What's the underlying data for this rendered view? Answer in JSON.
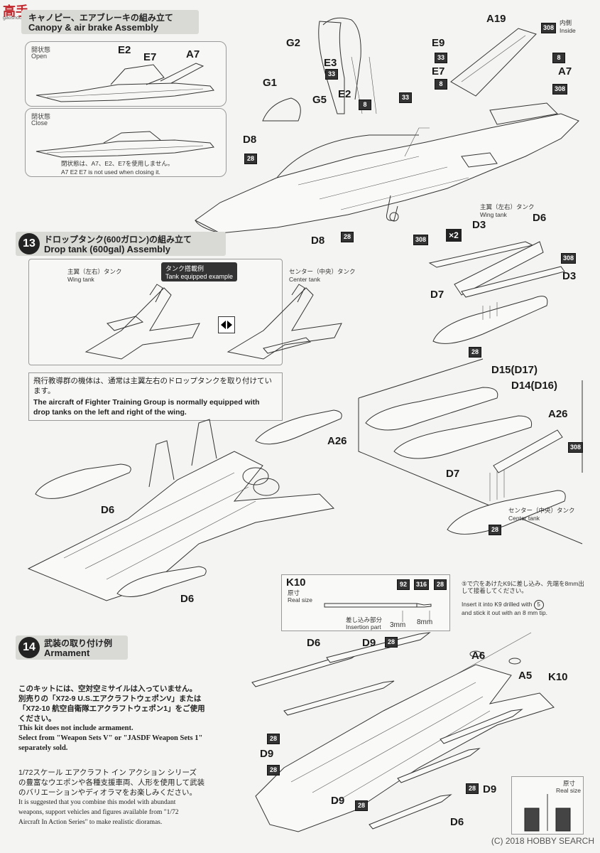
{
  "watermark": {
    "logo": "高手",
    "url": "gaoshou.com"
  },
  "step12": {
    "title_jp": "キャノピー、エアブレーキの組み立て",
    "title_en": "Canopy & air brake Assembly",
    "open_jp": "開状態",
    "open_en": "Open",
    "close_jp": "閉状態",
    "close_en": "Close",
    "close_note_jp": "閉状態は、A7、E2、E7を使用しません。",
    "close_note_en": "A7 E2 E7 is not used when closing it.",
    "inside_jp": "内側",
    "inside_en": "Inside",
    "parts": {
      "e2": "E2",
      "e7": "E7",
      "a7": "A7",
      "g2": "G2",
      "e3": "E3",
      "e9": "E9",
      "e7b": "E7",
      "e2b": "E2",
      "g1": "G1",
      "g5": "G5",
      "d8": "D8",
      "d8b": "D8",
      "a19": "A19",
      "a7b": "A7"
    },
    "chips": {
      "c308a": "308",
      "c8a": "8",
      "c308b": "308",
      "c33a": "33",
      "c33b": "33",
      "c8b": "8",
      "c33c": "33",
      "c8c": "8",
      "c28a": "28",
      "c28b": "28"
    }
  },
  "step13": {
    "number": "13",
    "title_jp": "ドロップタンク(600ガロン)の組み立て",
    "title_en": "Drop tank (600gal) Assembly",
    "wing_tank_jp": "主翼（左右）タンク",
    "wing_tank_en": "Wing tank",
    "center_tank_jp": "センター（中央）タンク",
    "center_tank_en": "Center tank",
    "example_jp": "タンク搭載例",
    "example_en": "Tank equipped example",
    "note_jp": "飛行教導群の機体は、通常は主翼左右のドロップタンクを取り付けています。",
    "note_en": "The aircraft of Fighter Training Group  is normally equipped with drop tanks on the left and right of the wing.",
    "qty": "×2",
    "parts": {
      "d3": "D3",
      "d6": "D6",
      "d3b": "D3",
      "d7": "D7",
      "d15": "D15(D17)",
      "d14": "D14(D16)",
      "a26": "A26",
      "d7b": "D7",
      "a26b": "A26",
      "d6b": "D6",
      "d6c": "D6"
    },
    "chips": {
      "c308a": "308",
      "c308b": "308",
      "c28a": "28",
      "c308c": "308",
      "c28b": "28"
    }
  },
  "step14": {
    "number": "14",
    "title_jp": "武装の取り付け例",
    "title_en": "Armament",
    "note1_jp": [
      "このキットには、空対空ミサイルは入っていません。",
      "別売りの「X72-9 U.S.エアクラフトウェポンV」または",
      "「X72-10 航空自衛隊エアクラフトウェポン1」をご使用",
      "ください。"
    ],
    "note1_en": [
      "This kit does not include armament.",
      "Select from \"Weapon Sets V\" or \"JASDF Weapon Sets 1\"",
      "separately sold."
    ],
    "note2_jp": [
      "1/72スケール エアクラフト イン アクション シリーズ",
      "の豊富なウエポンや各種支援車両、人形を使用して武装",
      "のバリエーションやディオラマをお楽しみください。"
    ],
    "note2_en": [
      "It is suggested that you combine this model with abundant",
      "weapons, support vehicles and figures available from \"1/72",
      "Aircraft In Action Series\" to make realistic dioramas."
    ],
    "k10": "K10",
    "real_size_jp": "原寸",
    "real_size_en": "Real size",
    "insertion_jp": "差し込み部分",
    "insertion_en": "Insertion part",
    "dim1": "3mm",
    "dim2": "8mm",
    "k10_note_jp": "⑤で穴をあけたK9に差し込み、先端を8mm出して接着してください。",
    "k10_note_en1": "Insert it into K9 drilled with",
    "k10_note_circle": "5",
    "k10_note_en2": "and stick it out with an 8 mm tip.",
    "parts": {
      "d6": "D6",
      "d9": "D9",
      "a6": "A6",
      "a5": "A5",
      "k10b": "K10",
      "d9b": "D9",
      "d9c": "D9",
      "d9d": "D9",
      "d6b": "D6"
    },
    "chips": {
      "c92": "92",
      "c316": "316",
      "c28": "28",
      "c28a": "28",
      "c28b": "28",
      "c28c": "28",
      "c28d": "28",
      "c28e": "28"
    }
  },
  "brand": "(C) 2018 HOBBY SEARCH"
}
